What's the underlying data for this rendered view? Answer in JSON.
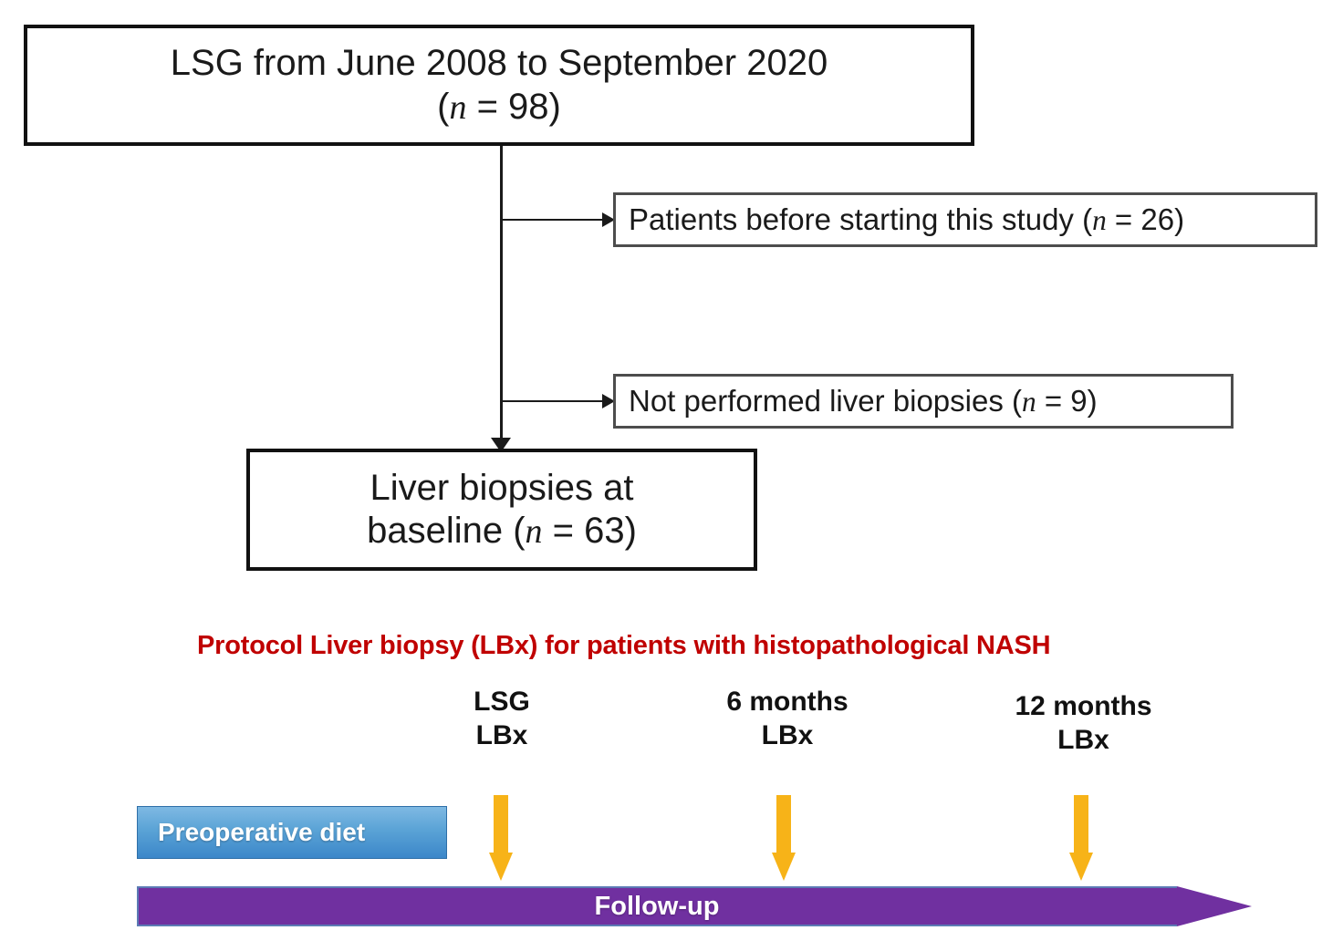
{
  "figure": {
    "type": "study-flow-diagram",
    "background_color": "#ffffff"
  },
  "flowchart": {
    "enrolled_box": {
      "line1": "LSG from June 2008 to September 2020",
      "n_label": "n",
      "n_equals": " = 98)",
      "n_open": "("
    },
    "exclusion_1": {
      "text": "Patients before starting this study (",
      "n_label": "n",
      "n_value": " = 26)"
    },
    "exclusion_2": {
      "text": "Not performed liver biopsies (",
      "n_label": "n",
      "n_value": " = 9)"
    },
    "baseline_box": {
      "line1": "Liver biopsies at",
      "line2_pre": "baseline (",
      "n_label": "n",
      "n_value": " = 63)"
    }
  },
  "timeline": {
    "heading": "Protocol Liver biopsy (LBx) for patients with histopathological NASH",
    "heading_color": "#C00000",
    "timepoints": [
      {
        "top": "LSG",
        "bottom": "LBx"
      },
      {
        "top": "6 months",
        "bottom": "LBx"
      },
      {
        "top": "12 months",
        "bottom": "LBx"
      }
    ],
    "arrow_color": "#F7B318",
    "preoperative_diet": {
      "label": "Preoperative diet",
      "color": "#3C87C9"
    },
    "followup": {
      "label": "Follow-up",
      "color": "#7030A0"
    }
  }
}
